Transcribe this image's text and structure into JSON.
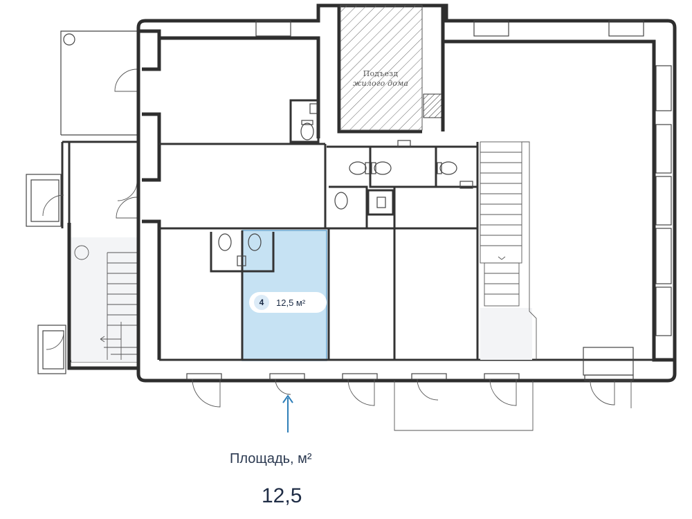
{
  "plan": {
    "entrance_label_line1": "Подъезд",
    "entrance_label_line2": "жилого дома"
  },
  "selected_room": {
    "number": "4",
    "area_label": "12,5 м²"
  },
  "info": {
    "area_caption": "Площадь, м²",
    "area_value": "12,5"
  },
  "colors": {
    "selected_fill": "#c6e2f3",
    "selected_stroke": "#6aa6cf",
    "arrow": "#2f7fb8",
    "wall": "#2e2e2e"
  }
}
